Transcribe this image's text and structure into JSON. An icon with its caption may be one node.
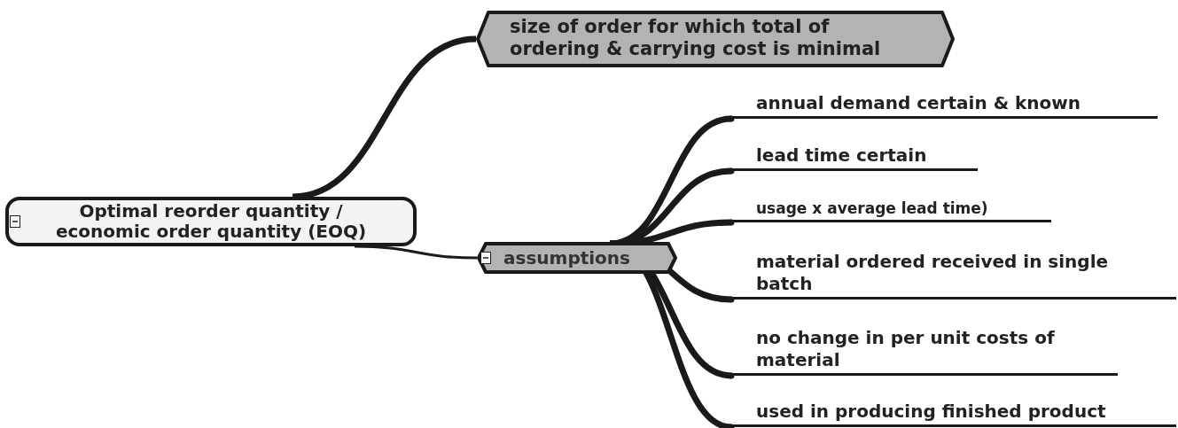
{
  "diagram": {
    "nodes": [
      {
        "text": [
          "Optimal reorder quantity / economic order quantity (EOQ)"
        ]
      },
      {
        "text": [
          "size of order for which total of ordering & carrying cost is minimal"
        ]
      },
      {
        "text": [
          "assumptions"
        ]
      },
      {
        "text": [
          "annual demand certain & known"
        ]
      },
      {
        "text": [
          "lead time certain"
        ]
      },
      {
        "text": [
          "usage x average lead time)"
        ]
      },
      {
        "text": [
          "material ordered received in single batch"
        ]
      },
      {
        "text": [
          "no change in per unit costs of material"
        ]
      },
      {
        "text": [
          "used in producing finished product"
        ]
      }
    ],
    "edges": [
      {
        "from": 0,
        "to": 1,
        "arrow": "none"
      },
      {
        "from": 0,
        "to": 2,
        "arrow": "none"
      },
      {
        "from": 2,
        "to": 3,
        "arrow": "other"
      },
      {
        "from": 2,
        "to": 4,
        "arrow": "other"
      },
      {
        "from": 2,
        "to": 5,
        "arrow": "other"
      },
      {
        "from": 2,
        "to": 6,
        "arrow": "other"
      },
      {
        "from": 2,
        "to": 7,
        "arrow": "other"
      },
      {
        "from": 2,
        "to": 8,
        "arrow": "other"
      }
    ]
  }
}
